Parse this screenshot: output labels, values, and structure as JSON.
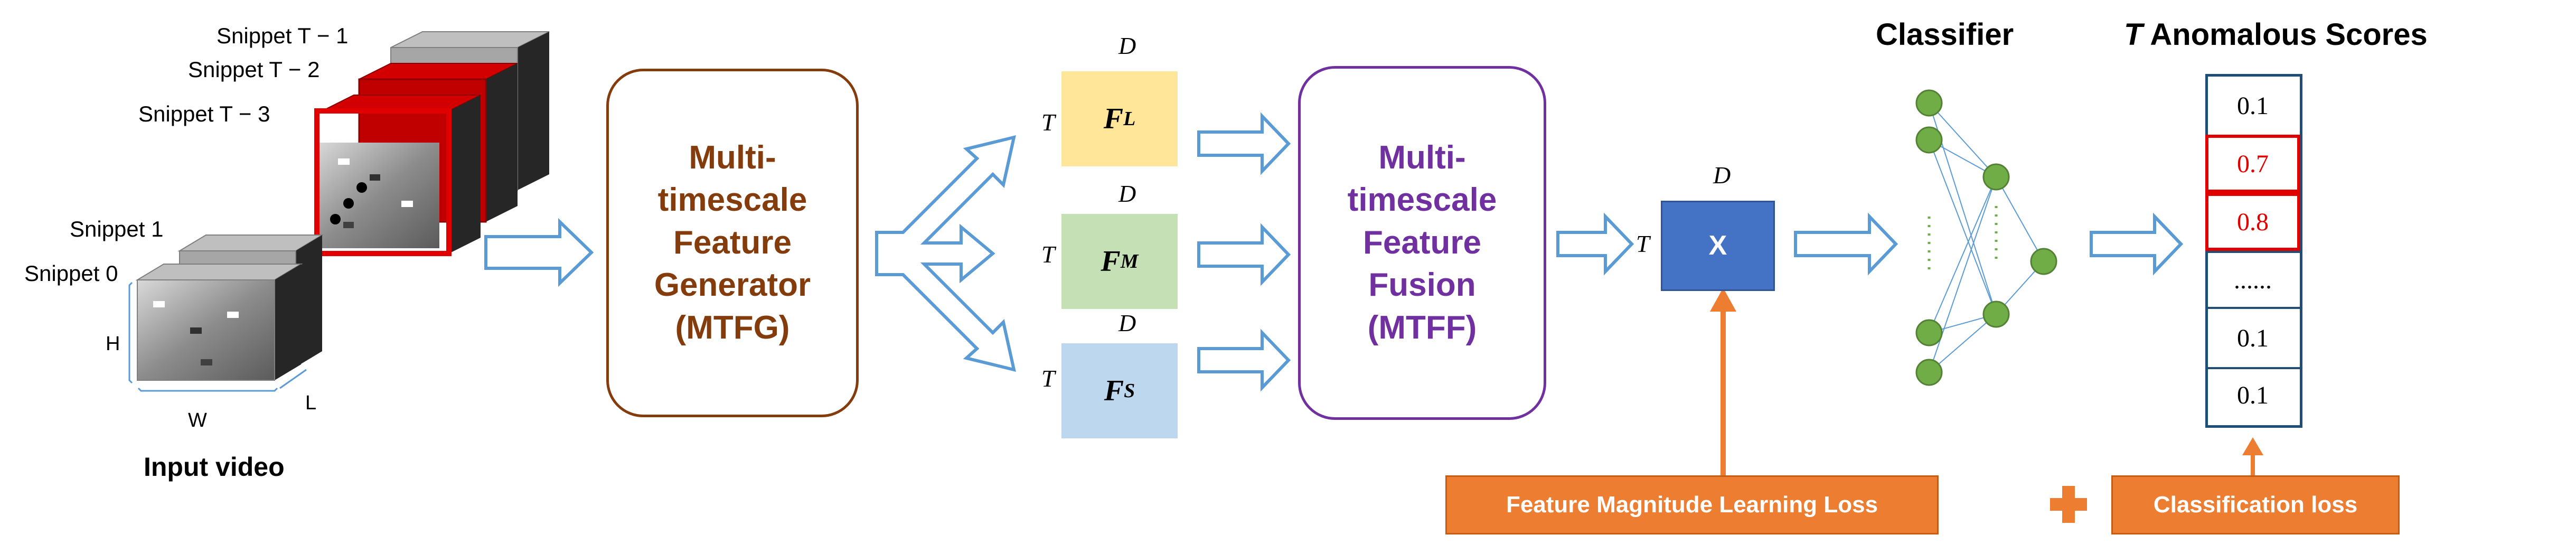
{
  "colors": {
    "arrow": "#5B9BD5",
    "orange": "#ED7D31",
    "mtfg": "#843C0C",
    "mtff": "#7030A0",
    "red": "#E00000",
    "blue_box": "#4472C4",
    "node_green": "#70AD47",
    "feat_L": "#FFE699",
    "feat_M": "#C5E0B4",
    "feat_S": "#BDD7EE"
  },
  "input": {
    "snippets": [
      "Snippet T − 1",
      "Snippet T − 2",
      "Snippet T − 3",
      "Snippet 1",
      "Snippet 0"
    ],
    "dims": {
      "h": "H",
      "w": "W",
      "l": "L"
    },
    "caption": "Input video"
  },
  "mtfg": {
    "lines": [
      "Multi-",
      "timescale",
      "Feature",
      "Generator",
      "(MTFG)"
    ]
  },
  "features": {
    "d": "D",
    "t": "T",
    "items": [
      {
        "base": "F",
        "sub": "L"
      },
      {
        "base": "F",
        "sub": "M"
      },
      {
        "base": "F",
        "sub": "S"
      }
    ]
  },
  "mtff": {
    "lines": [
      "Multi-",
      "timescale",
      "Feature",
      "Fusion",
      "(MTFF)"
    ]
  },
  "x_block": {
    "label": "X",
    "d": "D",
    "t": "T"
  },
  "classifier": {
    "title": "Classifier"
  },
  "scores": {
    "title_italic": "T",
    "title_rest": " Anomalous Scores",
    "values": [
      "0.1",
      "0.7",
      "0.8",
      "......",
      "0.1",
      "0.1"
    ],
    "highlighted": [
      false,
      true,
      true,
      false,
      false,
      false
    ]
  },
  "losses": {
    "feature_magnitude": "Feature Magnitude Learning Loss",
    "classification": "Classification loss"
  }
}
